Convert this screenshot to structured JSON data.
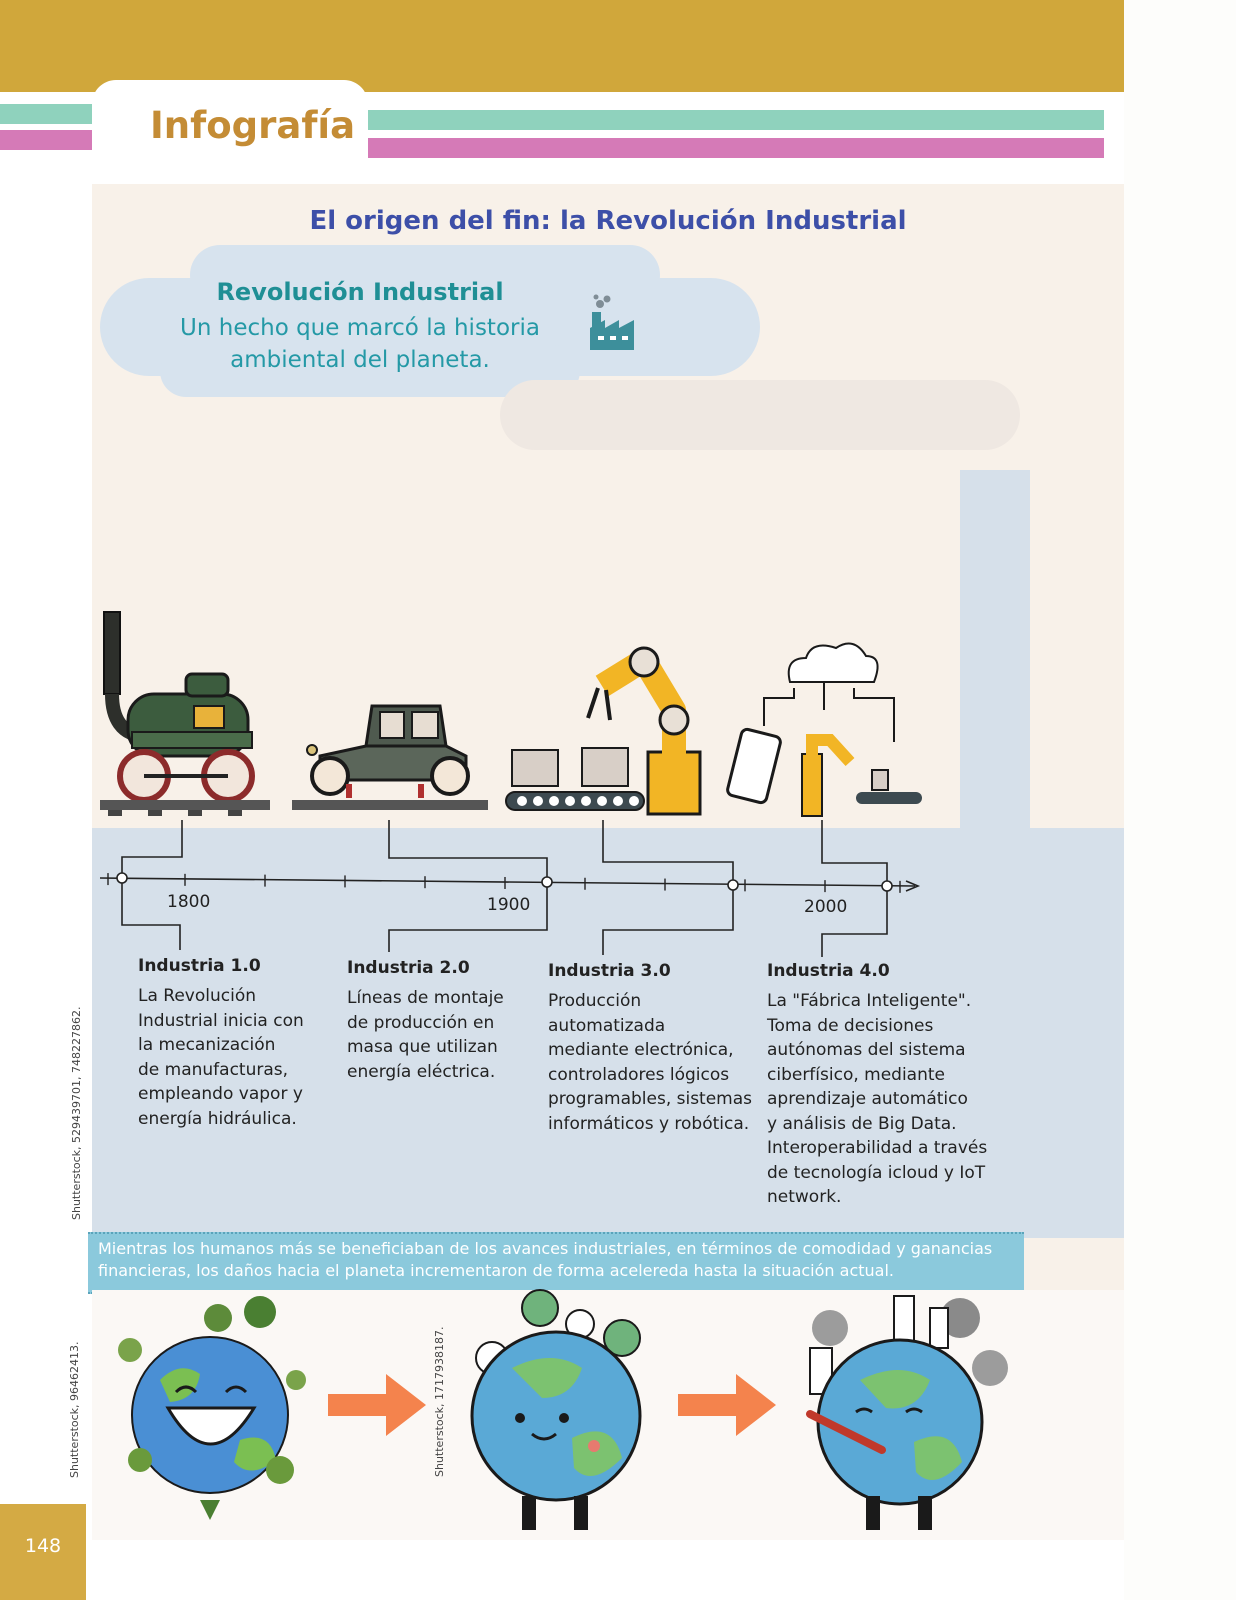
{
  "header": {
    "section_label": "Infografía"
  },
  "infographic": {
    "title": "El origen del fin: la Revolución Industrial",
    "intro_heading": "Revolución Industrial",
    "intro_text": "Un hecho que marcó la historia ambiental del planeta."
  },
  "timeline": {
    "years": [
      "1800",
      "1900",
      "2000"
    ],
    "stages": [
      {
        "title": "Industria 1.0",
        "text": [
          "La Revolución",
          "Industrial inicia con",
          "la mecanización",
          "de manufacturas,",
          "empleando vapor y",
          "energía hidráulica."
        ]
      },
      {
        "title": "Industria 2.0",
        "text": [
          "Líneas de montaje",
          "de producción en",
          "masa que utilizan",
          "energía eléctrica."
        ]
      },
      {
        "title": "Industria 3.0",
        "text": [
          "Producción",
          "automatizada",
          "mediante electrónica,",
          "controladores lógicos",
          "programables, sistemas",
          "informáticos y robótica."
        ]
      },
      {
        "title": "Industria 4.0",
        "text": [
          "La \"Fábrica Inteligente\".",
          "Toma de decisiones",
          "autónomas del sistema",
          "ciberfísico, mediante",
          "aprendizaje automático",
          "y análisis de Big Data.",
          "Interoperabilidad a través",
          "de tecnología icloud y IoT",
          "network."
        ]
      }
    ]
  },
  "caption": "Mientras los humanos más se beneficiaban de los avances industriales, en términos de comodidad y ganancias financieras, los daños hacia el planeta incrementaron de forma acelereda hasta la situación actual.",
  "credits": {
    "credit_1": "Shutterstock, 529439701, 748227862.",
    "credit_2": "Shutterstock, 96462413.",
    "credit_3": "Shutterstock, 1717938187."
  },
  "footer": {
    "page_number": "148"
  },
  "colors": {
    "gold": "#d0a73b",
    "teal_stripe": "#8fd2bd",
    "magenta_stripe": "#d57ab7",
    "heading_blue": "#3d4fa8",
    "teal_text": "#1f8f95",
    "arrow_orange": "#f4834d"
  },
  "icons": [
    "factory-icon",
    "steam-locomotive-icon",
    "vintage-car-icon",
    "robotic-arm-icon",
    "smart-factory-icon",
    "happy-earth-icon",
    "smiling-earth-icon",
    "sick-earth-icon",
    "arrow-right-icon"
  ]
}
